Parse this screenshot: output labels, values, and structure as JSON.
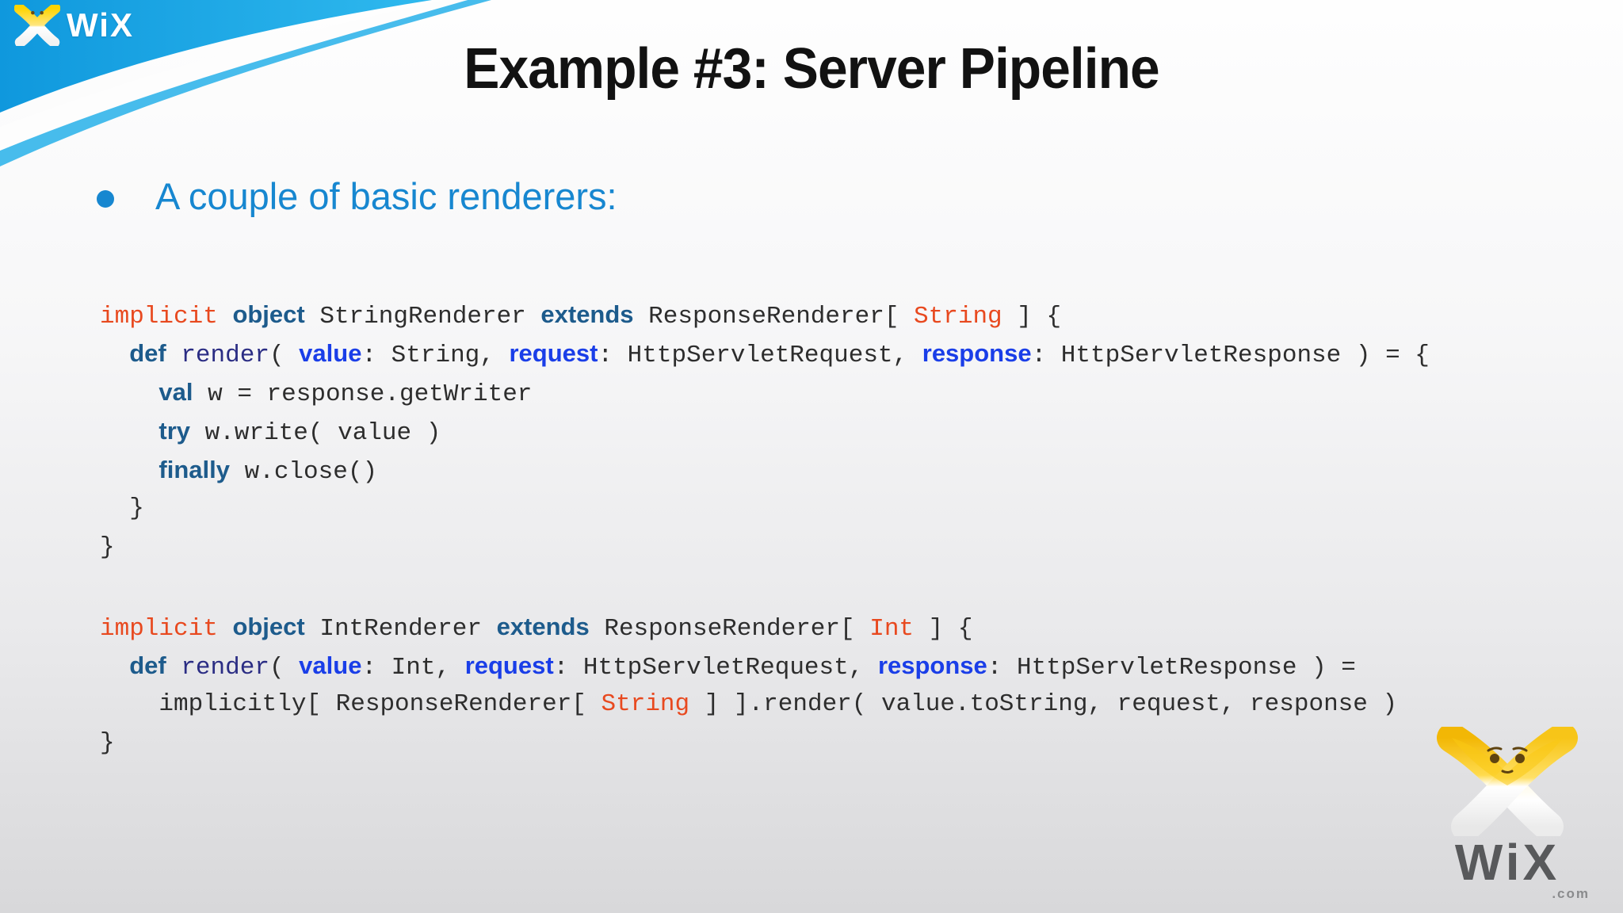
{
  "slide": {
    "title": "Example #3: Server Pipeline",
    "bullet": "A couple of basic renderers:"
  },
  "branding": {
    "header_wordmark": "WiX",
    "footer_wordmark": "WiX",
    "footer_domain": ".com"
  },
  "colors": {
    "keyword_orange": "#e8491f",
    "keyword_blue": "#1d5b8c",
    "param_blue": "#1a3ee8",
    "method_navy": "#2b2d84",
    "code_plain": "#2d2d2d",
    "bullet_blue": "#1787d0",
    "swoosh_blue": "#1ea9e6",
    "swoosh_light": "#33b5ea",
    "logo_yellow": "#f5c518"
  },
  "code_blocks": [
    {
      "lines": [
        [
          {
            "t": "implicit",
            "c": "orange"
          },
          {
            "t": " ",
            "c": "plain"
          },
          {
            "t": "object",
            "c": "kw"
          },
          {
            "t": " StringRenderer ",
            "c": "plain"
          },
          {
            "t": "extends",
            "c": "kw"
          },
          {
            "t": " ResponseRenderer[ ",
            "c": "plain"
          },
          {
            "t": "String",
            "c": "orange"
          },
          {
            "t": " ] {",
            "c": "plain"
          }
        ],
        [
          {
            "t": "  ",
            "c": "plain"
          },
          {
            "t": "def",
            "c": "kw"
          },
          {
            "t": " ",
            "c": "plain"
          },
          {
            "t": "render",
            "c": "method"
          },
          {
            "t": "( ",
            "c": "plain"
          },
          {
            "t": "value",
            "c": "param"
          },
          {
            "t": ": String, ",
            "c": "plain"
          },
          {
            "t": "request",
            "c": "param"
          },
          {
            "t": ": HttpServletRequest, ",
            "c": "plain"
          },
          {
            "t": "response",
            "c": "param"
          },
          {
            "t": ": HttpServletResponse ) = {",
            "c": "plain"
          }
        ],
        [
          {
            "t": "    ",
            "c": "plain"
          },
          {
            "t": "val",
            "c": "kw"
          },
          {
            "t": " w = response.getWriter",
            "c": "plain"
          }
        ],
        [
          {
            "t": "    ",
            "c": "plain"
          },
          {
            "t": "try",
            "c": "kw"
          },
          {
            "t": " w.write( value )",
            "c": "plain"
          }
        ],
        [
          {
            "t": "    ",
            "c": "plain"
          },
          {
            "t": "finally",
            "c": "kw"
          },
          {
            "t": " w.close()",
            "c": "plain"
          }
        ],
        [
          {
            "t": "  }",
            "c": "plain"
          }
        ],
        [
          {
            "t": "}",
            "c": "plain"
          }
        ]
      ]
    },
    {
      "lines": [
        [
          {
            "t": "implicit",
            "c": "orange"
          },
          {
            "t": " ",
            "c": "plain"
          },
          {
            "t": "object",
            "c": "kw"
          },
          {
            "t": " IntRenderer ",
            "c": "plain"
          },
          {
            "t": "extends",
            "c": "kw"
          },
          {
            "t": " ResponseRenderer[ ",
            "c": "plain"
          },
          {
            "t": "Int",
            "c": "orange"
          },
          {
            "t": " ] {",
            "c": "plain"
          }
        ],
        [
          {
            "t": "  ",
            "c": "plain"
          },
          {
            "t": "def",
            "c": "kw"
          },
          {
            "t": " ",
            "c": "plain"
          },
          {
            "t": "render",
            "c": "method"
          },
          {
            "t": "( ",
            "c": "plain"
          },
          {
            "t": "value",
            "c": "param"
          },
          {
            "t": ": Int, ",
            "c": "plain"
          },
          {
            "t": "request",
            "c": "param"
          },
          {
            "t": ": HttpServletRequest, ",
            "c": "plain"
          },
          {
            "t": "response",
            "c": "param"
          },
          {
            "t": ": HttpServletResponse ) = ",
            "c": "plain"
          }
        ],
        [
          {
            "t": "    implicitly[ ResponseRenderer[ ",
            "c": "plain"
          },
          {
            "t": "String",
            "c": "orange"
          },
          {
            "t": " ] ].render( value.toString, request, response )",
            "c": "plain"
          }
        ],
        [
          {
            "t": "}",
            "c": "plain"
          }
        ]
      ]
    }
  ]
}
